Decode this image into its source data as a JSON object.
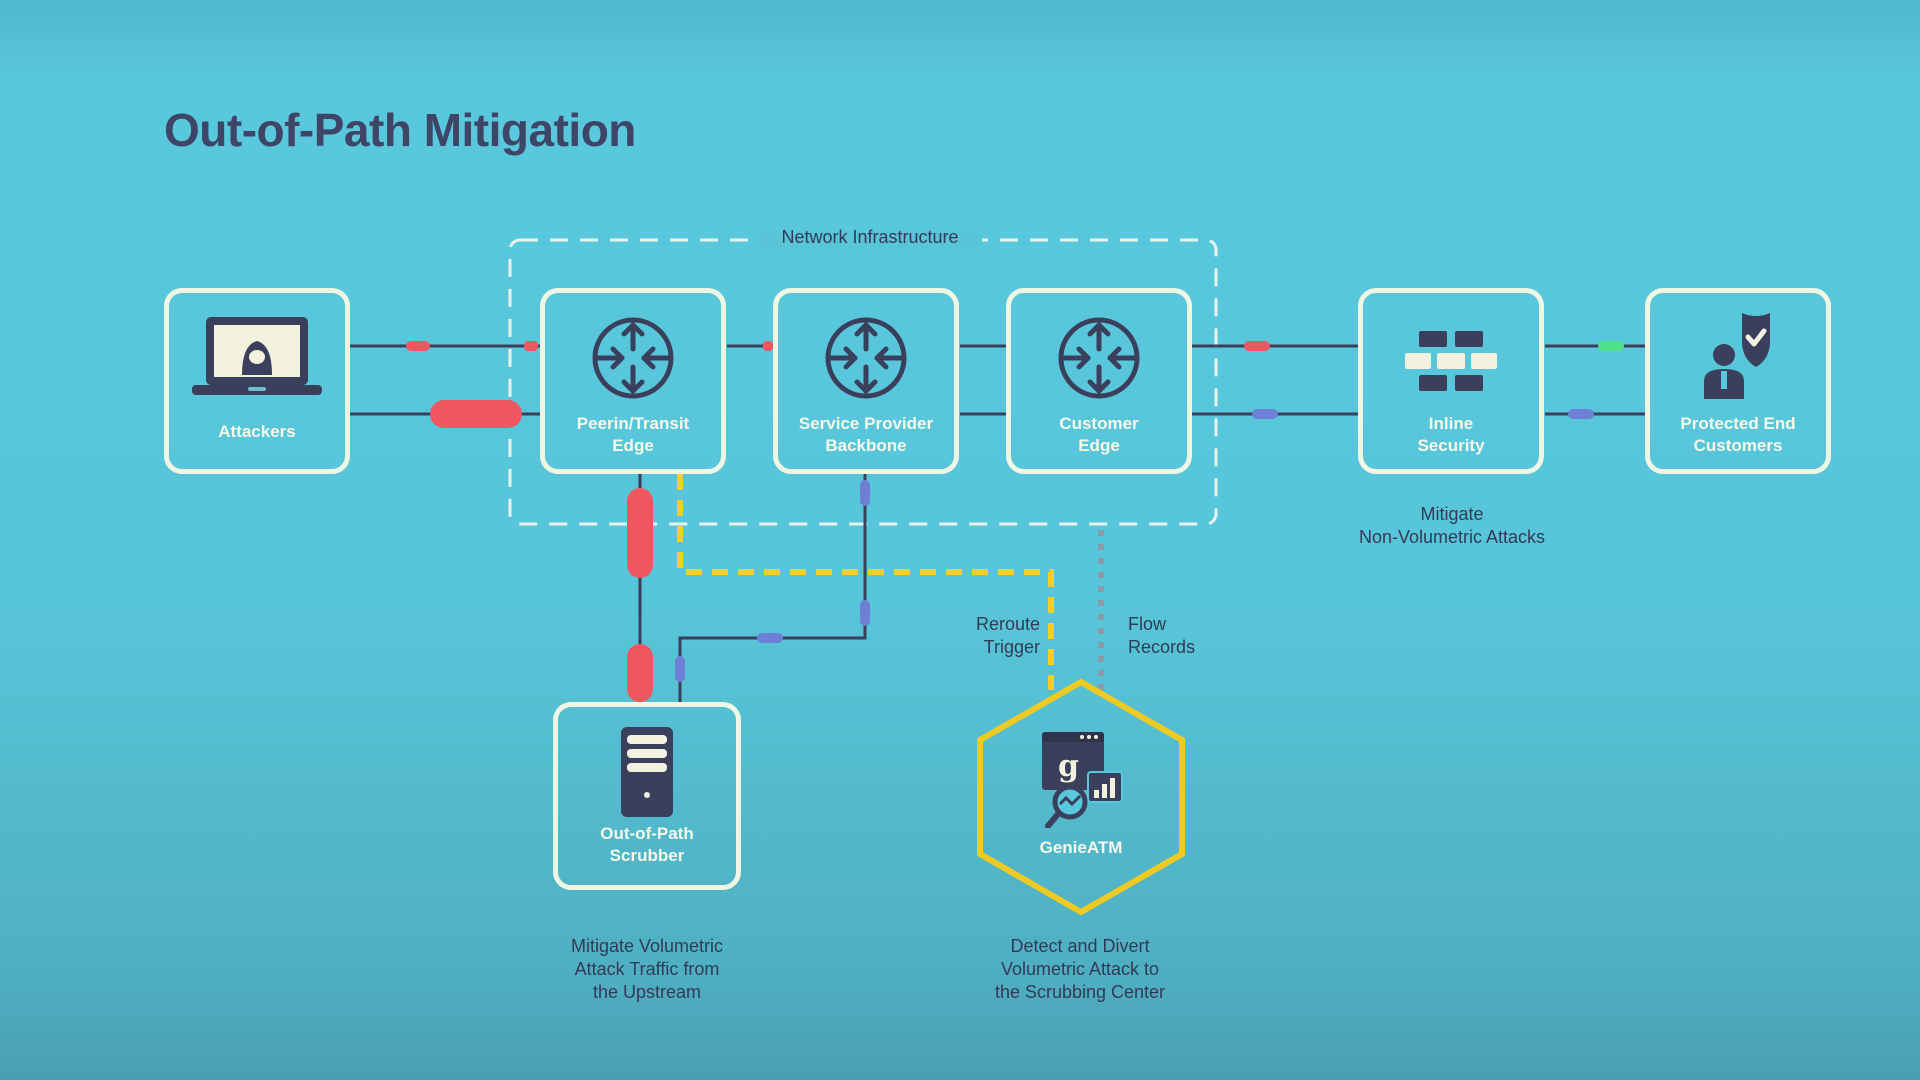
{
  "title": "Out-of-Path Mitigation",
  "network_infrastructure_label": "Network Infrastructure",
  "nodes": {
    "attackers": "Attackers",
    "peering_edge": "Peerin/Transit\nEdge",
    "backbone": "Service Provider\nBackbone",
    "customer_edge": "Customer\nEdge",
    "inline_security": "Inline\nSecurity",
    "protected_customers": "Protected End\nCustomers",
    "scrubber": "Out-of-Path\nScrubber",
    "genieatm": "GenieATM"
  },
  "annotations": {
    "mitigate_non_volumetric": "Mitigate\nNon-Volumetric Attacks",
    "reroute_trigger": "Reroute\nTrigger",
    "flow_records": "Flow\nRecords",
    "mitigate_volumetric": "Mitigate Volumetric\nAttack Traffic from\nthe Upstream",
    "detect_divert": "Detect and Divert\nVolumetric Attack to\nthe Scrubbing Center"
  },
  "icons": {
    "attackers": "hacker-laptop-icon",
    "router": "router-arrows-icon",
    "firewall": "firewall-bricks-icon",
    "protected": "user-shield-check-icon",
    "scrubber": "server-icon",
    "genieatm": "genieatm-analytics-icon"
  },
  "colors": {
    "node_border": "#f0f6e4",
    "wire": "#3a3f5c",
    "attack": "#f0565f",
    "clean": "#6f7fd6",
    "safe": "#4fe08a",
    "trigger": "#f2cf2a",
    "flow": "#8a9aa8"
  }
}
